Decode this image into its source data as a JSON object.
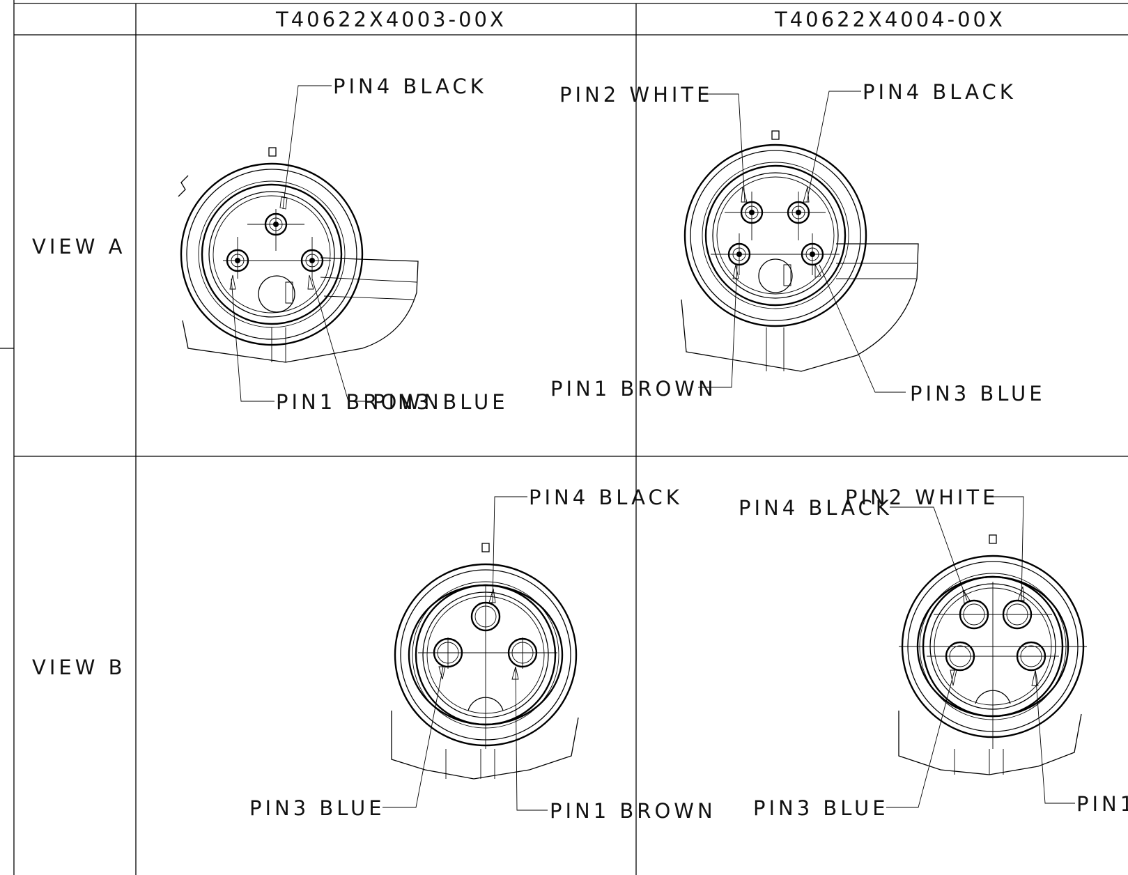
{
  "headers": {
    "col1": "T40622X4003-00X",
    "col2": "T40622X4004-00X"
  },
  "rows": {
    "view_a": "VIEW A",
    "view_b": "VIEW B"
  },
  "callouts": {
    "a1_pin4": "PIN4 BLACK",
    "a1_pin1": "PIN1 BROWN",
    "a1_pin3": "PIN3 BLUE",
    "a2_pin2": "PIN2 WHITE",
    "a2_pin4": "PIN4 BLACK",
    "a2_pin1": "PIN1 BROWN",
    "a2_pin3": "PIN3 BLUE",
    "b1_pin4": "PIN4 BLACK",
    "b1_pin3": "PIN3 BLUE",
    "b1_pin1": "PIN1 BROWN",
    "b2_pin4": "PIN4 BLACK",
    "b2_pin2": "PIN2 WHITE",
    "b2_pin3": "PIN3 BLUE",
    "b2_pin1": "PIN1"
  }
}
